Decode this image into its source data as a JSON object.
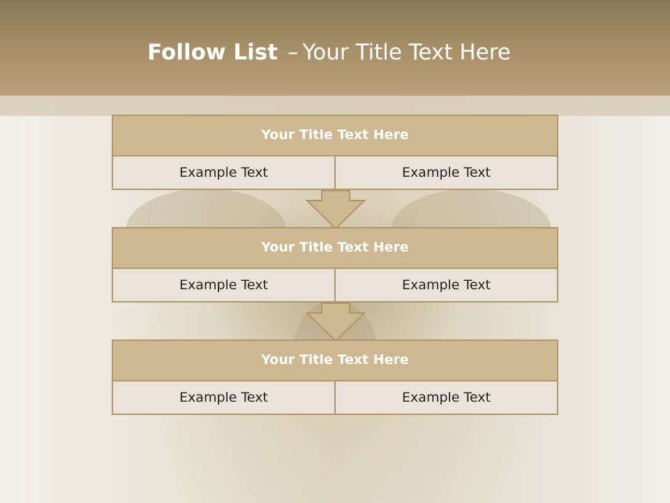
{
  "slide": {
    "title_bold": "Follow List",
    "title_separator": "–",
    "title_rest": "Your Title Text Here",
    "colors": {
      "header": "#a68f68",
      "box_title": "#cdb891",
      "box_cell": "#ebe3d9",
      "border": "#b09569"
    }
  },
  "blocks": [
    {
      "title": "Your Title Text Here",
      "left": "Example Text",
      "right": "Example Text"
    },
    {
      "title": "Your Title Text Here",
      "left": "Example Text",
      "right": "Example Text"
    },
    {
      "title": "Your Title Text Here",
      "left": "Example Text",
      "right": "Example Text"
    }
  ],
  "arrows": [
    {
      "icon": "down-arrow-icon"
    },
    {
      "icon": "down-arrow-icon"
    }
  ]
}
